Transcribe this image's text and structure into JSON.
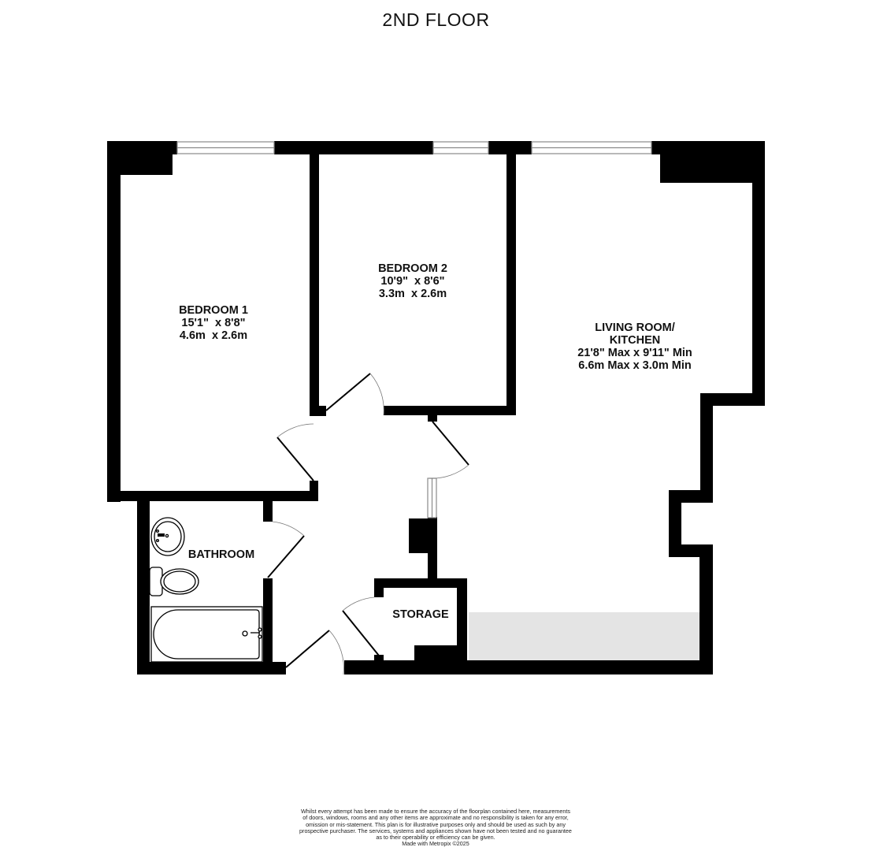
{
  "floor": {
    "title": "2ND FLOOR"
  },
  "rooms": {
    "bedroom1": {
      "name": "BEDROOM 1",
      "imperial": "15'1\"  x 8'8\"",
      "metric": "4.6m  x 2.6m"
    },
    "bedroom2": {
      "name": "BEDROOM 2",
      "imperial": "10'9\"  x 8'6\"",
      "metric": "3.3m  x 2.6m"
    },
    "living": {
      "name_line1": "LIVING ROOM/",
      "name_line2": "KITCHEN",
      "imperial": "21'8\" Max x 9'11\" Min",
      "metric": "6.6m Max x 3.0m Min"
    },
    "bathroom": {
      "name": "BATHROOM"
    },
    "storage": {
      "name": "STORAGE"
    }
  },
  "colors": {
    "wall": "#000000",
    "window": "#8a8a8a",
    "kitchen_counter": "#e4e4e4",
    "background": "#ffffff"
  },
  "footer": {
    "disclaimer_lines": [
      "Whilst every attempt has been made to ensure the accuracy of the floorplan contained here, measurements",
      "of doors, windows, rooms and any other items are approximate and no responsibility is taken for any error,",
      "omission or mis-statement. This plan is for illustrative purposes only and should be used as such by any",
      "prospective purchaser. The services, systems and appliances shown have not been tested and no guarantee",
      "as to their operability or efficiency can be given."
    ],
    "credit": "Made with Metropix ©2025"
  }
}
